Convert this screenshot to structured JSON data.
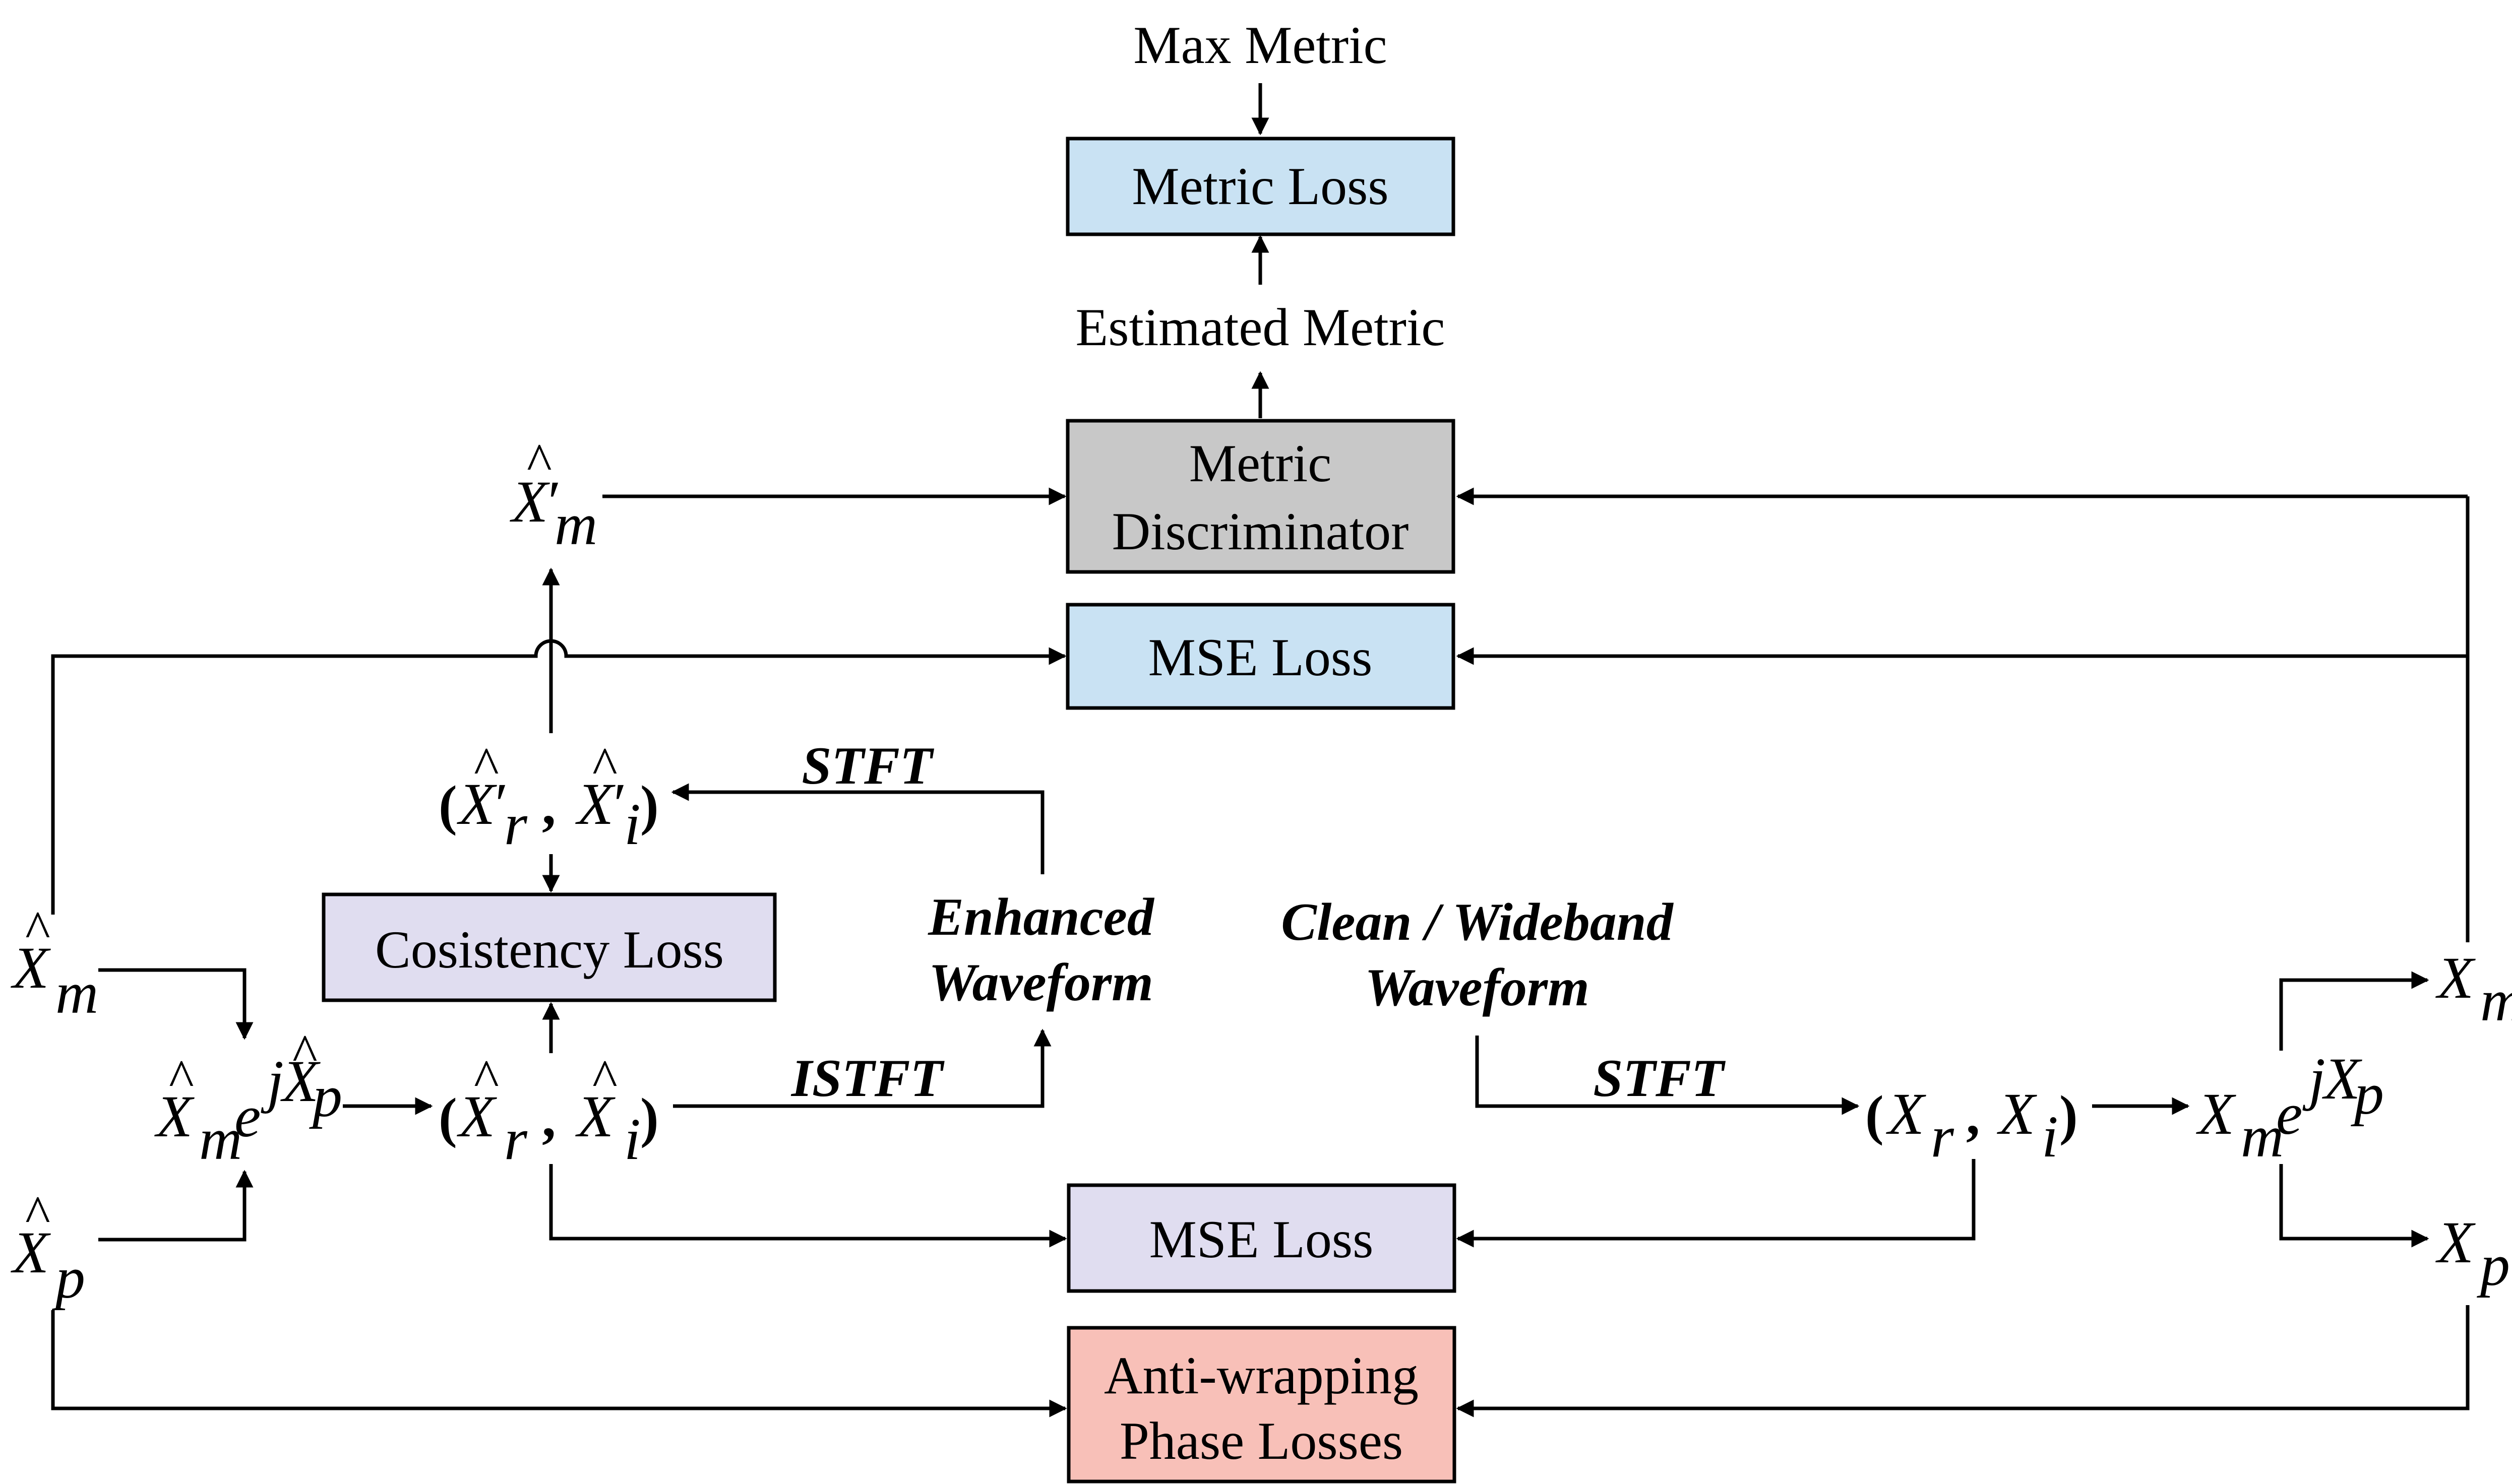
{
  "colors": {
    "blue_box": "#c9e2f3",
    "gray_box": "#c8c8c8",
    "lavender_box": "#e0ddf0",
    "pink_box": "#f8c0b8"
  },
  "top": {
    "max_metric": "Max Metric",
    "estimated_metric": "Estimated Metric"
  },
  "boxes": {
    "metric_loss": "Metric Loss",
    "metric_discriminator_line1": "Metric",
    "metric_discriminator_line2": "Discriminator",
    "mse_loss_top": "MSE Loss",
    "consistency_loss": "Cosistency Loss",
    "mse_loss_bottom": "MSE Loss",
    "anti_wrapping_line1": "Anti-wrapping",
    "anti_wrapping_line2": "Phase Losses"
  },
  "labels": {
    "stft_top": "STFT",
    "istft": "ISTFT",
    "stft_right": "STFT",
    "enhanced_line1": "Enhanced",
    "enhanced_line2": "Waveform",
    "clean_line1": "Clean / Wideband",
    "clean_line2": "Waveform"
  },
  "math": {
    "X": "X",
    "sub_m": "m",
    "sub_p": "p",
    "sub_r": "r",
    "sub_i": "i",
    "e": "e",
    "j": "j",
    "hat": "^",
    "prime": "′",
    "lparen": "(",
    "rparen": ")",
    "comma": ","
  }
}
